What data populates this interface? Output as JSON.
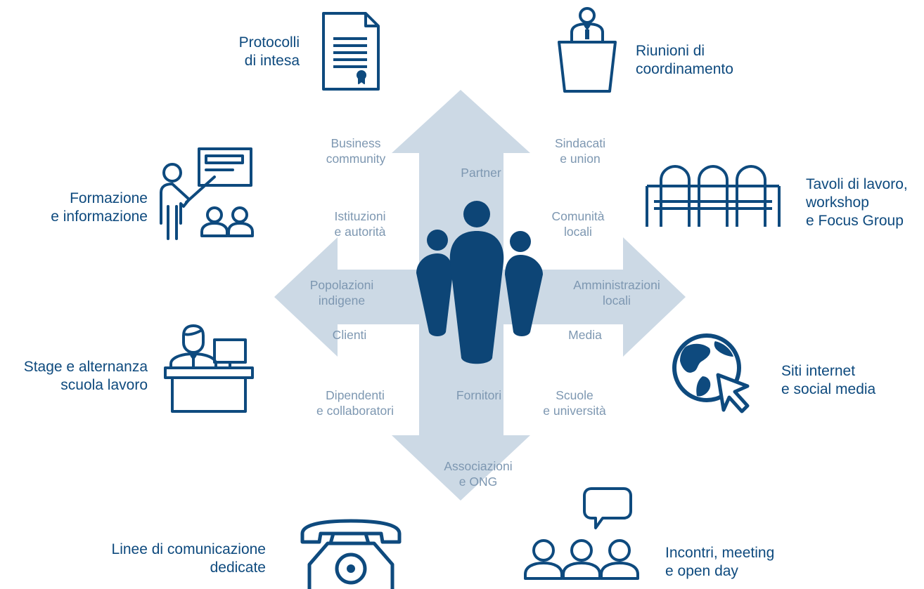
{
  "colors": {
    "icon": "#0e4a7e",
    "people": "#0d4576",
    "arrow": "#ccd9e5",
    "stakeholder_text": "#7d97b1",
    "engagement_text": "#0e4a7e"
  },
  "engagement": {
    "protocolli": [
      "Protocolli",
      "di intesa"
    ],
    "riunioni": [
      "Riunioni di",
      "coordinamento"
    ],
    "formazione": [
      "Formazione",
      "e informazione"
    ],
    "tavoli": [
      "Tavoli di lavoro,",
      "workshop",
      "e Focus Group"
    ],
    "stage": [
      "Stage e alternanza",
      "scuola lavoro"
    ],
    "siti": [
      "Siti internet",
      "e social media"
    ],
    "linee": [
      "Linee di comunicazione",
      "dedicate"
    ],
    "incontri": [
      "Incontri, meeting",
      "e open day"
    ]
  },
  "stakeholders": {
    "business": [
      "Business",
      "community"
    ],
    "partner": [
      "Partner"
    ],
    "sindacati": [
      "Sindacati",
      "e union"
    ],
    "istituzioni": [
      "Istituzioni",
      "e autorità"
    ],
    "comunita": [
      "Comunità",
      "locali"
    ],
    "popolazioni": [
      "Popolazioni",
      "indigene"
    ],
    "amministrazioni": [
      "Amministrazioni",
      "locali"
    ],
    "clienti": [
      "Clienti"
    ],
    "media": [
      "Media"
    ],
    "dipendenti": [
      "Dipendenti",
      "e collaboratori"
    ],
    "fornitori": [
      "Fornitori"
    ],
    "scuole": [
      "Scuole",
      "e università"
    ],
    "associazioni": [
      "Associazioni",
      "e ONG"
    ]
  },
  "icons": [
    "document-certificate-icon",
    "lectern-speaker-icon",
    "presentation-board-icon",
    "meeting-chairs-icon",
    "desk-worker-icon",
    "globe-cursor-icon",
    "rotary-telephone-icon",
    "people-speech-bubble-icon",
    "stakeholders-group-icon"
  ]
}
